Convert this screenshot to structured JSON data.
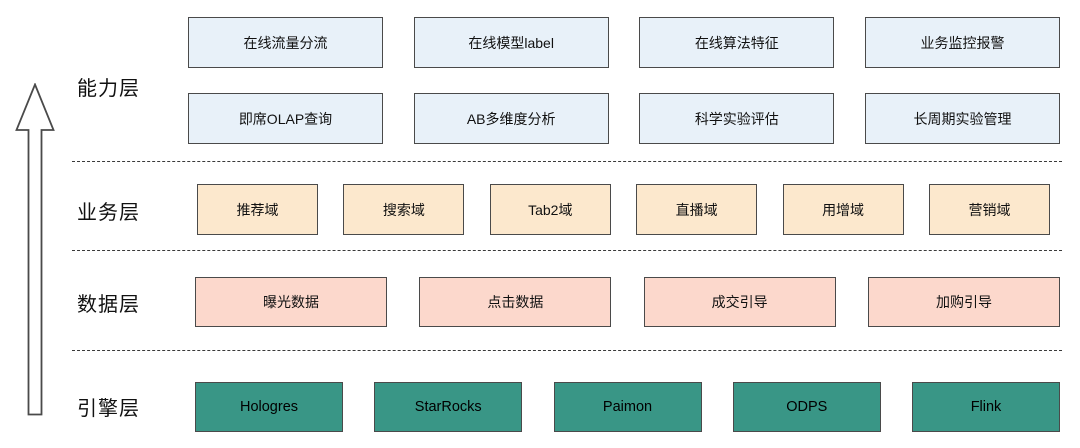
{
  "diagram": {
    "kind": "layered-architecture",
    "arrow_icon": "up-arrow"
  },
  "colors": {
    "capability_fill": "#e8f1f9",
    "business_fill": "#fce8cd",
    "data_fill": "#fcd8cc",
    "engine_fill": "#399686",
    "box_border": "#4a4a4a",
    "divider": "#3a3a3a",
    "background": "#ffffff"
  },
  "layers": [
    {
      "label": "能力层",
      "rows": [
        [
          "在线流量分流",
          "在线模型label",
          "在线算法特征",
          "业务监控报警"
        ],
        [
          "即席OLAP查询",
          "AB多维度分析",
          "科学实验评估",
          "长周期实验管理"
        ]
      ]
    },
    {
      "label": "业务层",
      "boxes": [
        "推荐域",
        "搜索域",
        "Tab2域",
        "直播域",
        "用增域",
        "营销域"
      ]
    },
    {
      "label": "数据层",
      "boxes": [
        "曝光数据",
        "点击数据",
        "成交引导",
        "加购引导"
      ]
    },
    {
      "label": "引擎层",
      "boxes": [
        "Hologres",
        "StarRocks",
        "Paimon",
        "ODPS",
        "Flink"
      ]
    }
  ]
}
